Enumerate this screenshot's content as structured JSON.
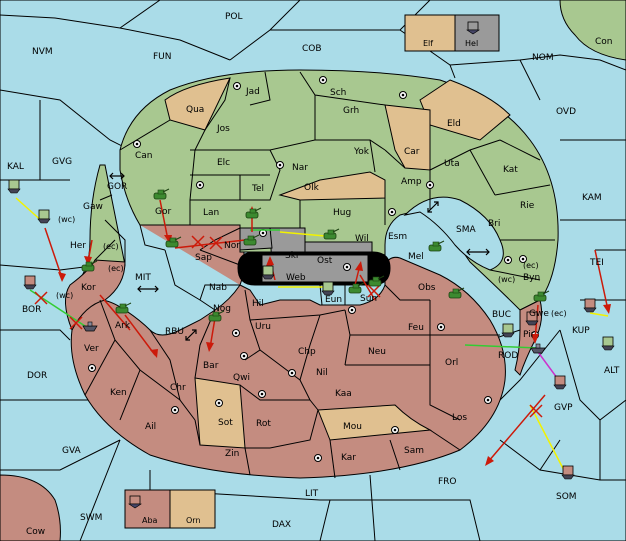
{
  "colors": {
    "sea": "#aadce8",
    "green": "#a8c890",
    "red": "#c48c80",
    "tan": "#e0c090",
    "gray": "#9a9a9a",
    "border": "#000000",
    "move_red": "#cc1a0a",
    "move_yellow": "#f2f200",
    "move_green": "#33cc33",
    "move_magenta": "#cc33cc"
  },
  "legend_boxes": [
    {
      "name": "Elf"
    },
    {
      "name": "Hel"
    },
    {
      "name": "Aba"
    },
    {
      "name": "Orn"
    }
  ],
  "labels": [
    {
      "key": "POL",
      "text": "POL"
    },
    {
      "key": "NVM",
      "text": "NVM"
    },
    {
      "key": "FUN",
      "text": "FUN"
    },
    {
      "key": "COB",
      "text": "COB"
    },
    {
      "key": "NOM",
      "text": "NOM"
    },
    {
      "key": "Con",
      "text": "Con"
    },
    {
      "key": "OVD",
      "text": "OVD"
    },
    {
      "key": "KAL",
      "text": "KAL"
    },
    {
      "key": "GVG",
      "text": "GVG"
    },
    {
      "key": "KAM",
      "text": "KAM"
    },
    {
      "key": "GOR",
      "text": "GOR"
    },
    {
      "key": "SMA",
      "text": "SMA"
    },
    {
      "key": "MIT",
      "text": "MIT"
    },
    {
      "key": "TEI",
      "text": "TEI"
    },
    {
      "key": "BOR",
      "text": "BOR"
    },
    {
      "key": "RBU",
      "text": "RBU"
    },
    {
      "key": "BUC",
      "text": "BUC"
    },
    {
      "key": "KUP",
      "text": "KUP"
    },
    {
      "key": "ROD",
      "text": "ROD"
    },
    {
      "key": "ALT",
      "text": "ALT"
    },
    {
      "key": "DOR",
      "text": "DOR"
    },
    {
      "key": "GVP",
      "text": "GVP"
    },
    {
      "key": "GVA",
      "text": "GVA"
    },
    {
      "key": "FRO",
      "text": "FRO"
    },
    {
      "key": "LIT",
      "text": "LIT"
    },
    {
      "key": "SOM",
      "text": "SOM"
    },
    {
      "key": "SWM",
      "text": "SWM"
    },
    {
      "key": "DAX",
      "text": "DAX"
    },
    {
      "key": "Cow",
      "text": "Cow"
    },
    {
      "key": "Jad",
      "text": "Jad"
    },
    {
      "key": "Sch",
      "text": "Sch"
    },
    {
      "key": "Qua",
      "text": "Qua"
    },
    {
      "key": "Jos",
      "text": "Jos"
    },
    {
      "key": "Grh",
      "text": "Grh"
    },
    {
      "key": "Eld",
      "text": "Eld"
    },
    {
      "key": "Can",
      "text": "Can"
    },
    {
      "key": "Car",
      "text": "Car"
    },
    {
      "key": "Yok",
      "text": "Yok"
    },
    {
      "key": "Uta",
      "text": "Uta"
    },
    {
      "key": "Elc",
      "text": "Elc"
    },
    {
      "key": "Nar",
      "text": "Nar"
    },
    {
      "key": "Kat",
      "text": "Kat"
    },
    {
      "key": "Tel",
      "text": "Tel"
    },
    {
      "key": "Olk",
      "text": "Olk"
    },
    {
      "key": "Amp",
      "text": "Amp"
    },
    {
      "key": "Gaw",
      "text": "Gaw"
    },
    {
      "key": "Gor",
      "text": "Gor"
    },
    {
      "key": "Rie",
      "text": "Rie"
    },
    {
      "key": "Lan",
      "text": "Lan"
    },
    {
      "key": "Hug",
      "text": "Hug"
    },
    {
      "key": "Bri",
      "text": "Bri"
    },
    {
      "key": "Her",
      "text": "Her"
    },
    {
      "key": "Esm",
      "text": "Esm"
    },
    {
      "key": "Wil",
      "text": "Wil"
    },
    {
      "key": "Nor",
      "text": "Nor"
    },
    {
      "key": "Sap",
      "text": "Sap"
    },
    {
      "key": "Mel",
      "text": "Mel"
    },
    {
      "key": "Skr",
      "text": "Skr"
    },
    {
      "key": "Byn",
      "text": "Byn"
    },
    {
      "key": "Ost",
      "text": "Ost"
    },
    {
      "key": "Kor",
      "text": "Kor"
    },
    {
      "key": "Web",
      "text": "Web"
    },
    {
      "key": "Obs",
      "text": "Obs"
    },
    {
      "key": "Nab",
      "text": "Nab"
    },
    {
      "key": "Sun",
      "text": "Sun"
    },
    {
      "key": "Eun",
      "text": "Eun"
    },
    {
      "key": "Hil",
      "text": "Hil"
    },
    {
      "key": "Nog",
      "text": "Nog"
    },
    {
      "key": "Gwe",
      "text": "Gwe"
    },
    {
      "key": "Ark",
      "text": "Ark"
    },
    {
      "key": "Pir",
      "text": "Pir"
    },
    {
      "key": "Uru",
      "text": "Uru"
    },
    {
      "key": "Feu",
      "text": "Feu"
    },
    {
      "key": "Ver",
      "text": "Ver"
    },
    {
      "key": "Chp",
      "text": "Chp"
    },
    {
      "key": "Neu",
      "text": "Neu"
    },
    {
      "key": "Orl",
      "text": "Orl"
    },
    {
      "key": "Bar",
      "text": "Bar"
    },
    {
      "key": "Qwi",
      "text": "Qwi"
    },
    {
      "key": "Nil",
      "text": "Nil"
    },
    {
      "key": "Ken",
      "text": "Ken"
    },
    {
      "key": "Chr",
      "text": "Chr"
    },
    {
      "key": "Kaa",
      "text": "Kaa"
    },
    {
      "key": "Los",
      "text": "Los"
    },
    {
      "key": "Ail",
      "text": "Ail"
    },
    {
      "key": "Sot",
      "text": "Sot"
    },
    {
      "key": "Rot",
      "text": "Rot"
    },
    {
      "key": "Mou",
      "text": "Mou"
    },
    {
      "key": "Zin",
      "text": "Zin"
    },
    {
      "key": "Kar",
      "text": "Kar"
    },
    {
      "key": "Sam",
      "text": "Sam"
    },
    {
      "key": "wc1",
      "text": "(wc)"
    },
    {
      "key": "ec1",
      "text": "(ec)"
    },
    {
      "key": "ec2",
      "text": "(ec)"
    },
    {
      "key": "wc2",
      "text": "(wc)"
    },
    {
      "key": "wc3",
      "text": "(wc)"
    },
    {
      "key": "ec3",
      "text": "(ec)"
    },
    {
      "key": "ec4",
      "text": "(ec)"
    }
  ]
}
